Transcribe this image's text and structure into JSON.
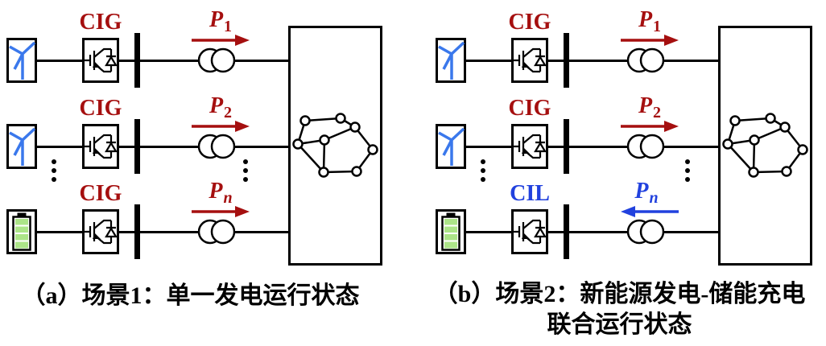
{
  "figure": {
    "description_labels": {
      "converter_generation": "CIG",
      "converter_load": "CIL"
    }
  },
  "colors": {
    "flow_red": "#A50F0F",
    "flow_blue": "#2141DE",
    "wind_blue": "#3A78EC",
    "battery_green": "#ACE488",
    "line_black": "#000000"
  },
  "panels": [
    {
      "id": "a",
      "caption_lines": [
        "（a）场景1：单一发电运行状态"
      ],
      "rows": [
        {
          "source": "wind-turbine",
          "converter_label": "CIG",
          "flow_symbol": "P",
          "flow_subscript": "1",
          "flow_direction": "right",
          "flow_color": "#A50F0F"
        },
        {
          "source": "wind-turbine",
          "converter_label": "CIG",
          "flow_symbol": "P",
          "flow_subscript": "2",
          "flow_direction": "right",
          "flow_color": "#A50F0F"
        },
        {
          "source": "battery",
          "converter_label": "CIG",
          "flow_symbol": "P",
          "flow_subscript": "n",
          "flow_direction": "right",
          "flow_color": "#A50F0F"
        }
      ]
    },
    {
      "id": "b",
      "caption_lines": [
        "（b）场景2：新能源发电-储能充电",
        "联合运行状态"
      ],
      "rows": [
        {
          "source": "wind-turbine",
          "converter_label": "CIG",
          "flow_symbol": "P",
          "flow_subscript": "1",
          "flow_direction": "right",
          "flow_color": "#A50F0F"
        },
        {
          "source": "wind-turbine",
          "converter_label": "CIG",
          "flow_symbol": "P",
          "flow_subscript": "2",
          "flow_direction": "right",
          "flow_color": "#A50F0F"
        },
        {
          "source": "battery",
          "converter_label": "CIL",
          "flow_symbol": "P",
          "flow_subscript": "n",
          "flow_direction": "left",
          "flow_color": "#2141DE"
        }
      ]
    }
  ]
}
